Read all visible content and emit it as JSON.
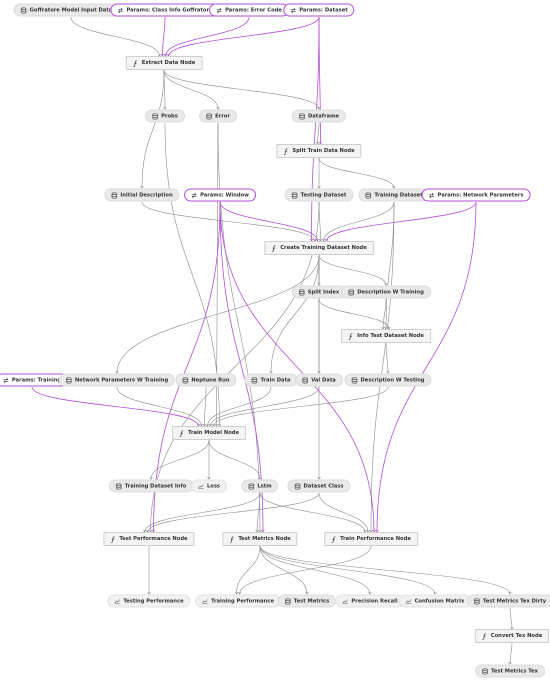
{
  "nodes": [
    {
      "id": "n1",
      "kind": "dataset",
      "icon": "database-icon",
      "label": "Goffratore Model Input Dataset"
    },
    {
      "id": "n2",
      "kind": "param",
      "icon": "parameters-icon",
      "label": "Params: Class Info Goffratore"
    },
    {
      "id": "n3",
      "kind": "param",
      "icon": "parameters-icon",
      "label": "Params: Error Code"
    },
    {
      "id": "n4",
      "kind": "param",
      "icon": "parameters-icon",
      "label": "Params: Dataset"
    },
    {
      "id": "n5",
      "kind": "task",
      "icon": "function-icon",
      "label": "Extract Data Node"
    },
    {
      "id": "n6",
      "kind": "dataset",
      "icon": "database-icon",
      "label": "Probs"
    },
    {
      "id": "n7",
      "kind": "dataset",
      "icon": "database-icon",
      "label": "Error"
    },
    {
      "id": "n8",
      "kind": "dataset",
      "icon": "database-icon",
      "label": "Dataframe"
    },
    {
      "id": "n9",
      "kind": "task",
      "icon": "function-icon",
      "label": "Split Train Data Node"
    },
    {
      "id": "n10",
      "kind": "dataset",
      "icon": "database-icon",
      "label": "Initial Description"
    },
    {
      "id": "n11",
      "kind": "param",
      "icon": "parameters-icon",
      "label": "Params: Window"
    },
    {
      "id": "n12",
      "kind": "dataset",
      "icon": "database-icon",
      "label": "Testing Dataset"
    },
    {
      "id": "n13",
      "kind": "dataset",
      "icon": "database-icon",
      "label": "Training Dataset"
    },
    {
      "id": "n14",
      "kind": "param",
      "icon": "parameters-icon",
      "label": "Params: Network Parameters"
    },
    {
      "id": "n15",
      "kind": "task",
      "icon": "function-icon",
      "label": "Create Training Dataset Node"
    },
    {
      "id": "n16",
      "kind": "dataset",
      "icon": "database-icon",
      "label": "Split Index"
    },
    {
      "id": "n17",
      "kind": "dataset",
      "icon": "database-icon",
      "label": "Description W Training"
    },
    {
      "id": "n18",
      "kind": "task",
      "icon": "function-icon",
      "label": "Info Test Dataset Node"
    },
    {
      "id": "n19",
      "kind": "param",
      "icon": "parameters-icon",
      "label": "Params: Training"
    },
    {
      "id": "n20",
      "kind": "dataset",
      "icon": "database-icon",
      "label": "Network Parameters W Training"
    },
    {
      "id": "n21",
      "kind": "dataset",
      "icon": "database-icon",
      "label": "Neptune Run"
    },
    {
      "id": "n22",
      "kind": "dataset",
      "icon": "database-icon",
      "label": "Train Data"
    },
    {
      "id": "n23",
      "kind": "dataset",
      "icon": "database-icon",
      "label": "Val Data"
    },
    {
      "id": "n24",
      "kind": "dataset",
      "icon": "database-icon",
      "label": "Description W Testing"
    },
    {
      "id": "n25",
      "kind": "task",
      "icon": "function-icon",
      "label": "Train Model Node"
    },
    {
      "id": "n26",
      "kind": "dataset",
      "icon": "database-icon",
      "label": "Training Dataset Info"
    },
    {
      "id": "n27",
      "kind": "plot",
      "icon": "chart-icon",
      "label": "Loss"
    },
    {
      "id": "n28",
      "kind": "dataset",
      "icon": "database-icon",
      "label": "Lstm"
    },
    {
      "id": "n29",
      "kind": "dataset",
      "icon": "database-icon",
      "label": "Dataset Class"
    },
    {
      "id": "n30",
      "kind": "task",
      "icon": "function-icon",
      "label": "Test Performance Node"
    },
    {
      "id": "n31",
      "kind": "task",
      "icon": "function-icon",
      "label": "Test Metrics Node"
    },
    {
      "id": "n32",
      "kind": "task",
      "icon": "function-icon",
      "label": "Train Performance Node"
    },
    {
      "id": "n33",
      "kind": "plot",
      "icon": "chart-icon",
      "label": "Testing Performance"
    },
    {
      "id": "n34",
      "kind": "plot",
      "icon": "chart-icon",
      "label": "Training Performance"
    },
    {
      "id": "n35",
      "kind": "dataset",
      "icon": "database-icon",
      "label": "Test Metrics"
    },
    {
      "id": "n36",
      "kind": "plot",
      "icon": "chart-icon",
      "label": "Precision Recall"
    },
    {
      "id": "n37",
      "kind": "plot",
      "icon": "chart-icon",
      "label": "Confusion Matrix"
    },
    {
      "id": "n38",
      "kind": "dataset",
      "icon": "database-icon",
      "label": "Test Metrics Tex Dirty"
    },
    {
      "id": "n39",
      "kind": "task",
      "icon": "function-icon",
      "label": "Convert Tex Node"
    },
    {
      "id": "n40",
      "kind": "dataset",
      "icon": "database-icon",
      "label": "Test Metrics Tex"
    }
  ],
  "edges": [
    {
      "from": "n1",
      "to": "n5",
      "kind": "data"
    },
    {
      "from": "n2",
      "to": "n5",
      "kind": "param"
    },
    {
      "from": "n3",
      "to": "n5",
      "kind": "param"
    },
    {
      "from": "n4",
      "to": "n5",
      "kind": "param"
    },
    {
      "from": "n5",
      "to": "n6",
      "kind": "data"
    },
    {
      "from": "n5",
      "to": "n7",
      "kind": "data"
    },
    {
      "from": "n5",
      "to": "n8",
      "kind": "data"
    },
    {
      "from": "n5",
      "to": "n10",
      "kind": "data"
    },
    {
      "from": "n8",
      "to": "n9",
      "kind": "data"
    },
    {
      "from": "n4",
      "to": "n9",
      "kind": "param"
    },
    {
      "from": "n9",
      "to": "n12",
      "kind": "data"
    },
    {
      "from": "n9",
      "to": "n13",
      "kind": "data"
    },
    {
      "from": "n4",
      "to": "n15",
      "kind": "param"
    },
    {
      "from": "n10",
      "to": "n15",
      "kind": "data"
    },
    {
      "from": "n11",
      "to": "n15",
      "kind": "param"
    },
    {
      "from": "n12",
      "to": "n15",
      "kind": "data"
    },
    {
      "from": "n13",
      "to": "n15",
      "kind": "data"
    },
    {
      "from": "n14",
      "to": "n15",
      "kind": "param"
    },
    {
      "from": "n15",
      "to": "n16",
      "kind": "data"
    },
    {
      "from": "n15",
      "to": "n17",
      "kind": "data"
    },
    {
      "from": "n15",
      "to": "n20",
      "kind": "data"
    },
    {
      "from": "n15",
      "to": "n22",
      "kind": "data"
    },
    {
      "from": "n15",
      "to": "n23",
      "kind": "data"
    },
    {
      "from": "n15",
      "to": "n29",
      "kind": "data"
    },
    {
      "from": "n17",
      "to": "n18",
      "kind": "data"
    },
    {
      "from": "n13",
      "to": "n18",
      "kind": "data"
    },
    {
      "from": "n16",
      "to": "n18",
      "kind": "data"
    },
    {
      "from": "n18",
      "to": "n24",
      "kind": "data"
    },
    {
      "from": "n19",
      "to": "n25",
      "kind": "param"
    },
    {
      "from": "n20",
      "to": "n25",
      "kind": "data"
    },
    {
      "from": "n21",
      "to": "n25",
      "kind": "data"
    },
    {
      "from": "n22",
      "to": "n25",
      "kind": "data"
    },
    {
      "from": "n23",
      "to": "n25",
      "kind": "data"
    },
    {
      "from": "n24",
      "to": "n25",
      "kind": "data"
    },
    {
      "from": "n7",
      "to": "n25",
      "kind": "data"
    },
    {
      "from": "n6",
      "to": "n25",
      "kind": "data"
    },
    {
      "from": "n25",
      "to": "n26",
      "kind": "data"
    },
    {
      "from": "n25",
      "to": "n27",
      "kind": "data"
    },
    {
      "from": "n25",
      "to": "n28",
      "kind": "data"
    },
    {
      "from": "n28",
      "to": "n30",
      "kind": "data"
    },
    {
      "from": "n28",
      "to": "n31",
      "kind": "data"
    },
    {
      "from": "n28",
      "to": "n32",
      "kind": "data"
    },
    {
      "from": "n29",
      "to": "n30",
      "kind": "data"
    },
    {
      "from": "n29",
      "to": "n32",
      "kind": "data"
    },
    {
      "from": "n12",
      "to": "n30",
      "kind": "data"
    },
    {
      "from": "n13",
      "to": "n32",
      "kind": "data"
    },
    {
      "from": "n7",
      "to": "n31",
      "kind": "data"
    },
    {
      "from": "n11",
      "to": "n30",
      "kind": "param"
    },
    {
      "from": "n11",
      "to": "n31",
      "kind": "param"
    },
    {
      "from": "n11",
      "to": "n32",
      "kind": "param"
    },
    {
      "from": "n14",
      "to": "n32",
      "kind": "param"
    },
    {
      "from": "n30",
      "to": "n33",
      "kind": "data"
    },
    {
      "from": "n31",
      "to": "n34",
      "kind": "data"
    },
    {
      "from": "n31",
      "to": "n35",
      "kind": "data"
    },
    {
      "from": "n31",
      "to": "n36",
      "kind": "data"
    },
    {
      "from": "n31",
      "to": "n37",
      "kind": "data"
    },
    {
      "from": "n31",
      "to": "n38",
      "kind": "data"
    },
    {
      "from": "n32",
      "to": "n34",
      "kind": "data"
    },
    {
      "from": "n38",
      "to": "n39",
      "kind": "data"
    },
    {
      "from": "n39",
      "to": "n40",
      "kind": "data"
    }
  ],
  "colors": {
    "edge": "#8a8a8a",
    "param_edge": "#b34fd6",
    "icon": "#555555",
    "param_icon": "#444444"
  }
}
